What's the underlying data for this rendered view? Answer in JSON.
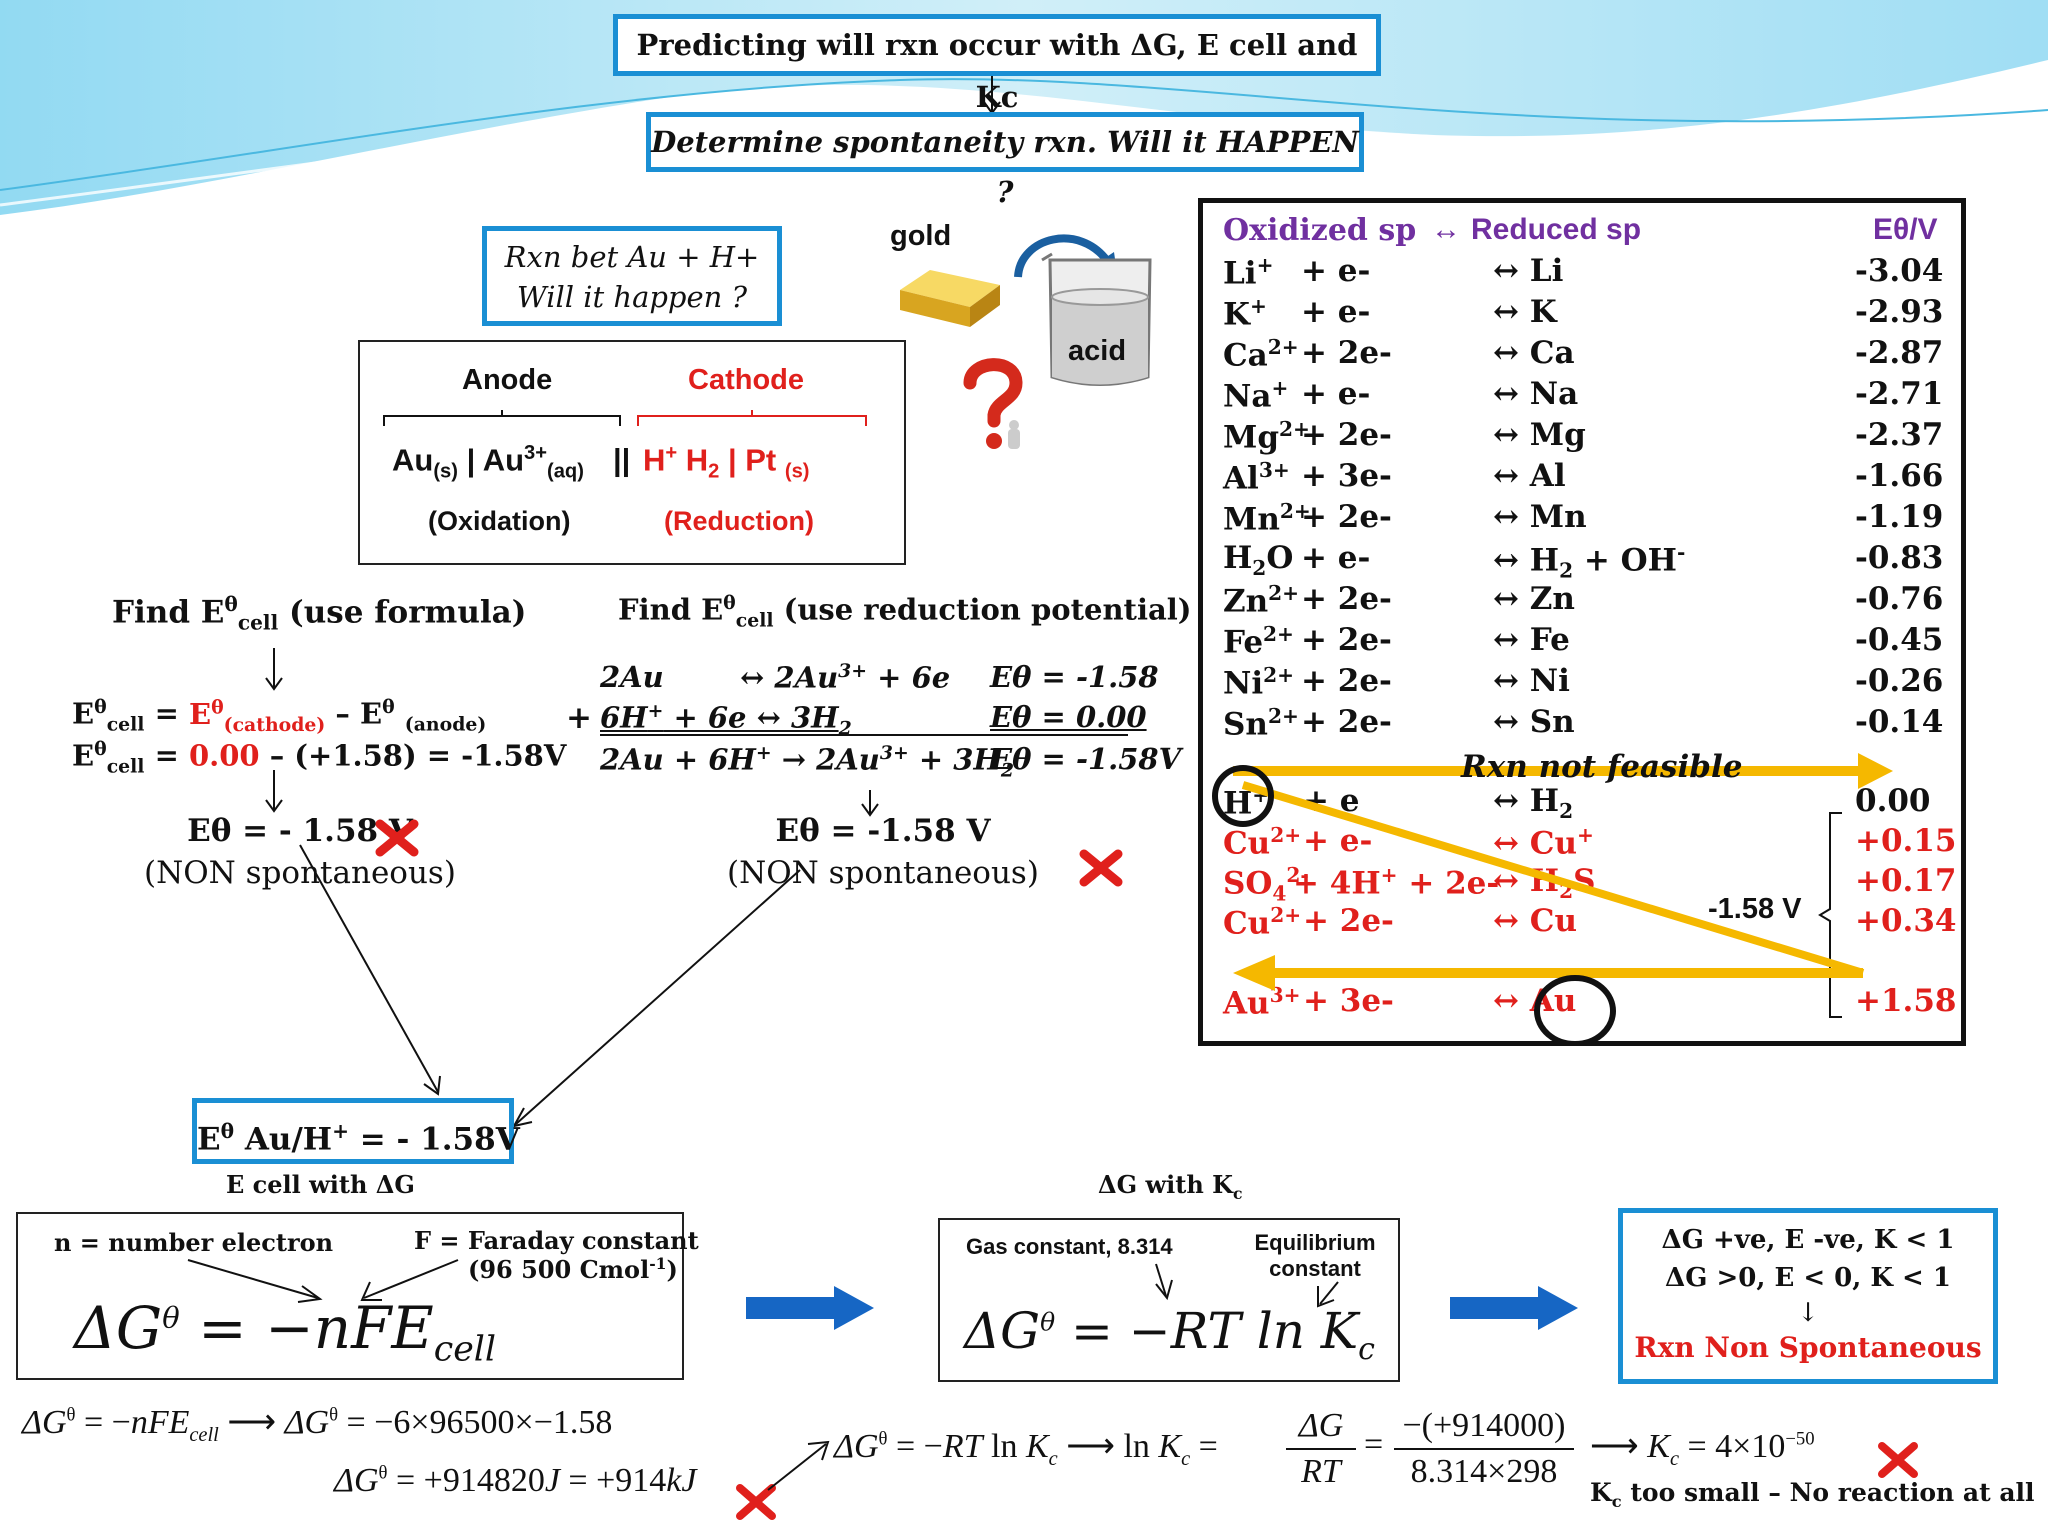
{
  "header": {
    "title": "Predicting will rxn occur with ΔG, E cell and Kc",
    "subtitle": "Determine spontaneity rxn. Will it HAPPEN ?"
  },
  "question_box": {
    "line1": "Rxn bet Au + H+",
    "line2": "Will it happen ?"
  },
  "images": {
    "gold_label": "gold",
    "acid_label": "acid"
  },
  "cell_notation": {
    "anode_label": "Anode",
    "cathode_label": "Cathode",
    "anode_half": "Au(s) | Au3+(aq)",
    "separator": "||",
    "cathode_half": "H+ H2 | Pt (s)",
    "anode_type": "(Oxidation)",
    "cathode_type": "(Reduction)"
  },
  "formula_method": {
    "heading": "Find Eθcell (use formula)",
    "line1": "Eθcell = Eθ(cathode) – Eθ (anode)",
    "line2_prefix": "Eθcell = ",
    "line2_red": "0.00",
    "line2_rest": " – (+1.58) = -1.58V",
    "result": "Eθ = - 1.58 V",
    "result_note": "(NON spontaneous)"
  },
  "potential_method": {
    "heading": "Find Eθcell (use reduction potential)",
    "row1_left": "2Au",
    "row1_mid": "↔ 2Au3+ + 6e",
    "row1_right": "Eθ = -1.58",
    "plus": "+",
    "row2_left": "6H+ + 6e ↔ 3H2",
    "row2_right": "Eθ = 0.00",
    "row3_left": "2Au + 6H+ → 2Au3+ + 3H2",
    "row3_right": "Eθ = -1.58V",
    "result": "Eθ = -1.58 V",
    "result_note": "(NON spontaneous)"
  },
  "final_cell": "Eθ Au/H+ = - 1.58V",
  "table": {
    "headers": {
      "oxidized": "Oxidized sp",
      "arrow": "↔",
      "reduced": "Reduced sp",
      "potential": "Eθ/V"
    },
    "rows": [
      {
        "ox": "Li+",
        "e": "+ e-",
        "red": "↔  Li",
        "E": "-3.04"
      },
      {
        "ox": "K+",
        "e": "+ e-",
        "red": "↔  K",
        "E": "-2.93"
      },
      {
        "ox": "Ca2+",
        "e": "+ 2e-",
        "red": "↔  Ca",
        "E": "-2.87"
      },
      {
        "ox": "Na+",
        "e": "+ e-",
        "red": "↔  Na",
        "E": "-2.71"
      },
      {
        "ox": "Mg 2+",
        "e": "+ 2e-",
        "red": "↔  Mg",
        "E": "-2.37"
      },
      {
        "ox": "Al3+",
        "e": "+ 3e-",
        "red": "↔  Al",
        "E": "-1.66"
      },
      {
        "ox": "Mn2+",
        "e": "+ 2e-",
        "red": "↔  Mn",
        "E": "-1.19"
      },
      {
        "ox": "H2O",
        "e": "+ e-",
        "red": "↔ H2 + OH-",
        "E": "-0.83"
      },
      {
        "ox": "Zn2+",
        "e": "+ 2e-",
        "red": "↔  Zn",
        "E": "-0.76"
      },
      {
        "ox": "Fe2+",
        "e": "+ 2e-",
        "red": "↔  Fe",
        "E": "-0.45"
      },
      {
        "ox": "Ni2+",
        "e": "+ 2e-",
        "red": "↔  Ni",
        "E": "-0.26"
      },
      {
        "ox": "Sn2+",
        "e": "+ 2e-",
        "red": "↔ Sn",
        "E": "-0.14"
      }
    ],
    "rows_red": [
      {
        "ox": "H+",
        "e": "+ e",
        "red": "↔ H2",
        "E": "0.00"
      },
      {
        "ox": "Cu2+",
        "e": "+ e-",
        "red": "↔ Cu+",
        "E": "+0.15"
      },
      {
        "ox": "SO42-",
        "e": "+ 4H+ + 2e-",
        "red": "↔ H2S",
        "E": "+0.17"
      },
      {
        "ox": "Cu2+",
        "e": "+ 2e-",
        "red": "↔  Cu",
        "E": "+0.34"
      },
      {
        "ox": "Au3+",
        "e": "+ 3e-",
        "red": "↔ Au",
        "E": "+1.58"
      }
    ],
    "arrow_label": "Rxn not feasible",
    "diff_label": "-1.58 V"
  },
  "bottom": {
    "ecell_dg_label": "E cell with ΔG",
    "n_label": "n = number electron",
    "f_label": "F = Faraday constant",
    "f_value": "(96 500 Cmol-1)",
    "eq1": "ΔGθ = −nFEcell",
    "dg_kc_label": "ΔG with Kc",
    "r_label": "Gas constant, 8.314",
    "k_label1": "Equilibrium",
    "k_label2": "constant",
    "eq2": "ΔGθ = −RT ln Kc",
    "summary1": "ΔG +ve, E -ve, K < 1",
    "summary2": "ΔG >0, E < 0, K < 1",
    "summary_arrow": "↓",
    "summary3": "Rxn Non Spontaneous",
    "calc1a": "ΔGθ = −nFEcell → ΔGθ = −6×96500×−1.58",
    "calc1b": "ΔGθ = +914820J = +914kJ",
    "calc2": "ΔGθ = −RT ln Kc → ln Kc = ΔG / RT = −(+914000) / 8.314×298 → Kc = 4×10−50",
    "conclusion": "Kc too small – No reaction at all"
  },
  "colors": {
    "accent_blue": "#1a8fd4",
    "red": "#e0201c",
    "gold_arrow": "#f5b800",
    "purple": "#7030a0",
    "arrow_blue": "#1666c4"
  }
}
